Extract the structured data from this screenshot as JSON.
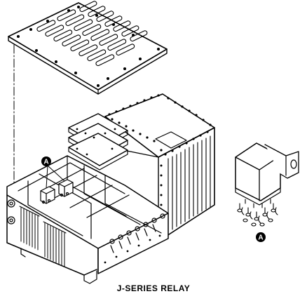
{
  "figure": {
    "caption": "J-SERIES RELAY",
    "callouts": [
      {
        "id": "callout-a-main",
        "letter": "A"
      },
      {
        "id": "callout-a-detail",
        "letter": "A"
      }
    ]
  }
}
